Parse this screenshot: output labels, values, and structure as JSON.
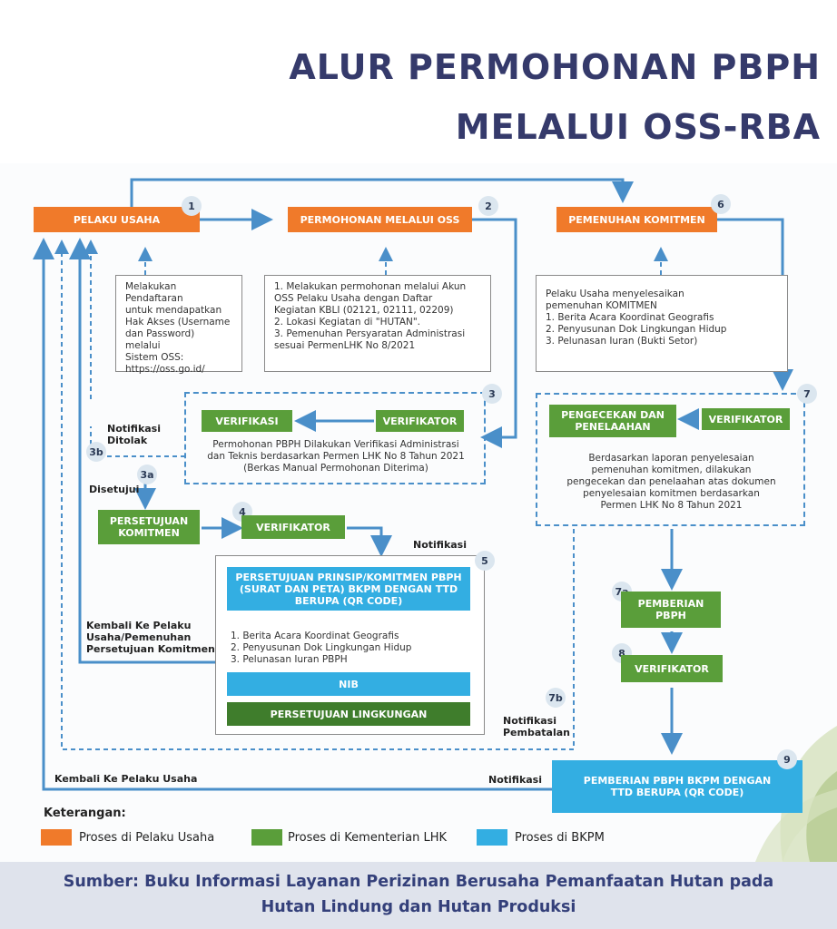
{
  "title": {
    "line1": "ALUR PERMOHONAN PBPH",
    "line2": "MELALUI OSS-RBA"
  },
  "colors": {
    "pelaku_usaha": "#f07a2a",
    "kementerian_lhk": "#5a9e3a",
    "bkpm": "#33aee2",
    "title": "#353a6b"
  },
  "steps": {
    "s1": {
      "number": "1",
      "label": "PELAKU USAHA"
    },
    "s2": {
      "number": "2",
      "label": "PERMOHONAN MELALUI OSS"
    },
    "s6": {
      "number": "6",
      "label": "PEMENUHAN KOMITMEN"
    },
    "s3": {
      "number": "3",
      "verifikasi": "VERIFIKASI",
      "verifikator": "VERIFIKATOR",
      "text": "Permohonan PBPH Dilakukan Verifikasi Administrasi\ndan Teknis berdasarkan Permen LHK No 8 Tahun 2021\n(Berkas Manual Permohonan Diterima)"
    },
    "s3a": {
      "number": "3a",
      "label": "Disetujui"
    },
    "s3b": {
      "number": "3b",
      "label": "Notifikasi\nDitolak"
    },
    "persetujuan_komitmen": "PERSETUJUAN\nKOMITMEN",
    "s4": {
      "number": "4",
      "label": "VERIFIKATOR"
    },
    "s5": {
      "number": "5",
      "header": "PERSETUJUAN PRINSIP/KOMITMEN PBPH\n(SURAT DAN PETA) BKPM DENGAN TTD\nBERUPA (QR CODE)",
      "items": "1. Berita Acara Koordinat Geografis\n2. Penyusunan Dok Lingkungan Hidup\n3. Pelunasan Iuran PBPH",
      "nib": "NIB",
      "lingkungan": "PERSETUJUAN LINGKUNGAN"
    },
    "s7": {
      "number": "7",
      "title": "PENGECEKAN DAN\nPENELAAHAN",
      "verifikator": "VERIFIKATOR",
      "text": "Berdasarkan laporan penyelesaian\npemenuhan komitmen, dilakukan\npengecekan dan penelaahan atas dokumen\npenyelesaian komitmen berdasarkan\nPermen LHK No 8 Tahun 2021"
    },
    "s7a": {
      "number": "7a",
      "label": "PEMBERIAN\nPBPH"
    },
    "s7b": {
      "number": "7b",
      "label": "Notifikasi\nPembatalan"
    },
    "s8": {
      "number": "8",
      "label": "VERIFIKATOR"
    },
    "s9": {
      "number": "9",
      "label": "PEMBERIAN PBPH BKPM DENGAN\nTTD BERUPA (QR CODE)"
    }
  },
  "notes": {
    "n1": "Melakukan Pendaftaran\nuntuk mendapatkan\nHak Akses (Username\ndan Password) melalui\nSistem OSS:\nhttps://oss.go.id/",
    "n2": "1. Melakukan permohonan melalui Akun\n    OSS Pelaku Usaha dengan Daftar\n    Kegiatan KBLI (02121, 02111, 02209)\n2. Lokasi Kegiatan di \"HUTAN\".\n3. Pemenuhan Persyaratan Administrasi\n    sesuai PermenLHK No 8/2021",
    "n6": "Pelaku Usaha menyelesaikan\npemenuhan KOMITMEN\n1. Berita Acara Koordinat Geografis\n2. Penyusunan Dok Lingkungan Hidup\n3. Pelunasan Iuran (Bukti Setor)"
  },
  "labels": {
    "notifikasi": "Notifikasi",
    "notifikasi9": "Notifikasi",
    "kembali_komitmen": "Kembali Ke Pelaku\nUsaha/Pemenuhan\nPersetujuan Komitmen",
    "kembali_usaha": "Kembali Ke Pelaku Usaha"
  },
  "legend": {
    "title": "Keterangan:",
    "items": [
      {
        "label": "Proses di Pelaku Usaha",
        "color": "#f07a2a"
      },
      {
        "label": "Proses di Kementerian LHK",
        "color": "#5a9e3a"
      },
      {
        "label": "Proses di BKPM",
        "color": "#33aee2"
      }
    ]
  },
  "source": "Sumber: Buku Informasi Layanan Perizinan Berusaha Pemanfaatan Hutan pada\nHutan Lindung dan Hutan Produksi"
}
